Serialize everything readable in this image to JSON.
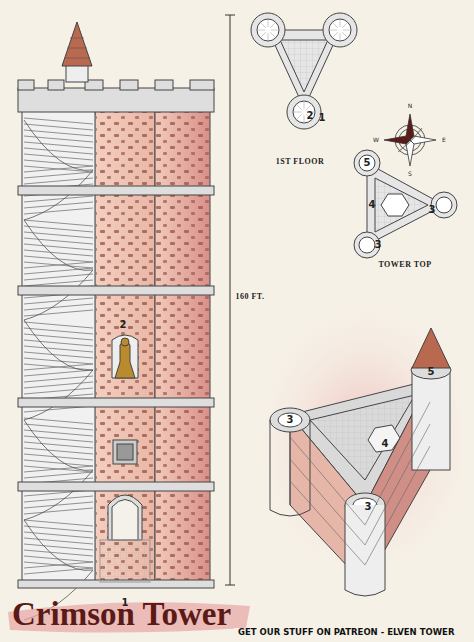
{
  "diagram": {
    "title": "Crimson Tower",
    "labels": [
      "1ST FLOOR",
      "2",
      "1",
      "N",
      "E",
      "S",
      "W",
      "5",
      "4",
      "3",
      "3",
      "TOWER TOP",
      "160 FT.",
      "2",
      "1",
      "5",
      "3",
      "4",
      "3",
      "GET OUR STUFF ON PATREON - ELVEN TOWER"
    ]
  }
}
